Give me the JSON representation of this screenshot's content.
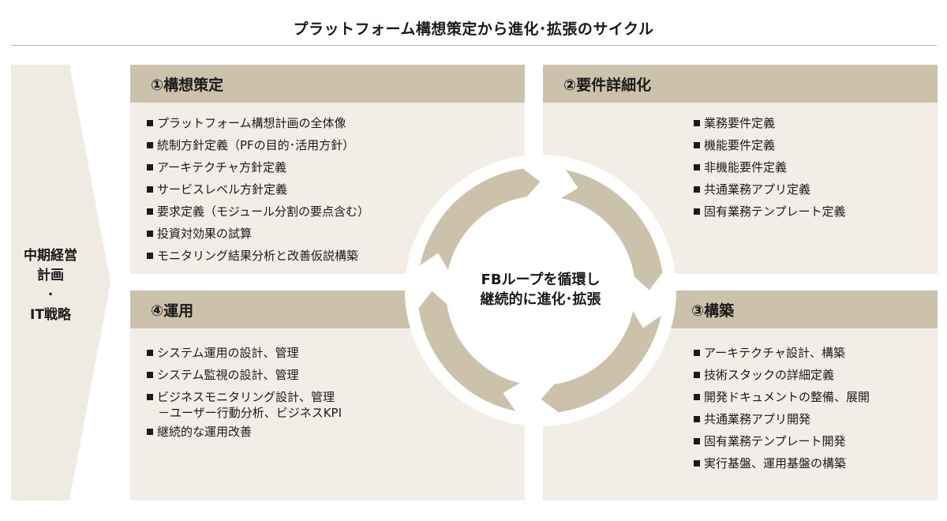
{
  "title": "プラットフォーム構想策定から進化･拡張のサイクル",
  "side": {
    "lines": [
      "中期経営",
      "計画",
      "･",
      "IT戦略"
    ]
  },
  "panels": {
    "p1": {
      "heading": "①構想策定",
      "items": [
        {
          "text": "プラットフォーム構想計画の全体像"
        },
        {
          "text": "統制方針定義（PFの目的･活用方針）"
        },
        {
          "text": "アーキテクチャ方針定義"
        },
        {
          "text": "サービスレベル方針定義"
        },
        {
          "text": "要求定義（モジュール分割の要点含む）"
        },
        {
          "text": "投資対効果の試算"
        },
        {
          "text": "モニタリング結果分析と改善仮説構築"
        }
      ]
    },
    "p2": {
      "heading": "②要件詳細化",
      "items": [
        {
          "text": "業務要件定義"
        },
        {
          "text": "機能要件定義"
        },
        {
          "text": "非機能要件定義"
        },
        {
          "text": "共通業務アプリ定義"
        },
        {
          "text": "固有業務テンプレート定義"
        }
      ]
    },
    "p3": {
      "heading": "③構築",
      "items": [
        {
          "text": "アーキテクチャ設計、構築"
        },
        {
          "text": "技術スタックの詳細定義"
        },
        {
          "text": "開発ドキュメントの整備、展開"
        },
        {
          "text": "共通業務アプリ開発"
        },
        {
          "text": "固有業務テンプレート開発"
        },
        {
          "text": "実行基盤、運用基盤の構築"
        }
      ]
    },
    "p4": {
      "heading": "④運用",
      "items": [
        {
          "text": "システム運用の設計、管理"
        },
        {
          "text": "システム監視の設計、管理"
        },
        {
          "text": "ビジネスモニタリング設計、管理",
          "sub": "－ユーザー行動分析、ビジネスKPI"
        },
        {
          "text": "継続的な運用改善"
        }
      ]
    }
  },
  "center": {
    "line1": "FBループを循環し",
    "line2": "継続的に進化･拡張"
  },
  "colors": {
    "header": "#ccc1aa",
    "panel": "#f2ede6",
    "ring": "#ccc1aa",
    "ring_border": "#ffffff",
    "text": "#1a1a1a"
  }
}
